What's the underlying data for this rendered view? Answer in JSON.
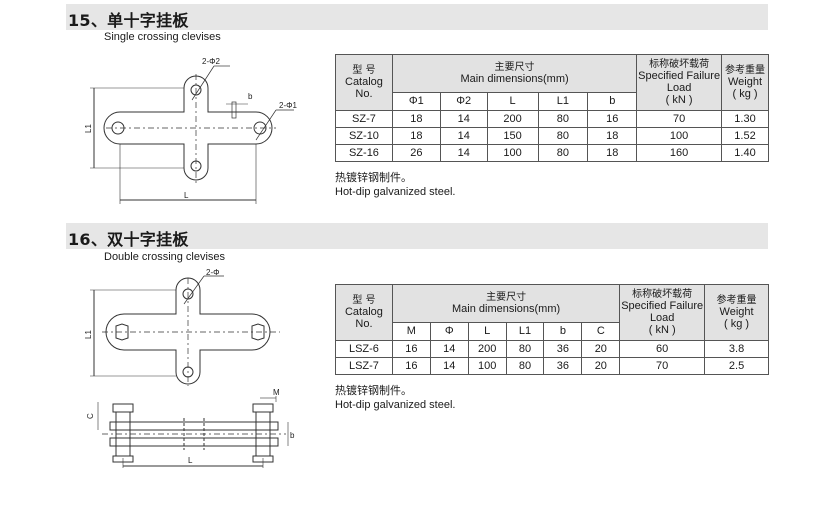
{
  "section15": {
    "heading": "15、单十字挂板",
    "subtitle": "Single crossing clevises",
    "labels": {
      "hole2": "2-Φ2",
      "hole1": "2-Φ1",
      "b": "b",
      "L1": "L1",
      "L": "L"
    },
    "table": {
      "h_model_cn": "型 号",
      "h_model_en1": "Catalog",
      "h_model_en2": "No.",
      "h_dims_cn": "主要尺寸",
      "h_dims_en": "Main dimensions(mm)",
      "h_load_cn": "标称破坏载荷",
      "h_load_en1": "Specified Failure",
      "h_load_en2": "Load",
      "h_load_unit": "( kN )",
      "h_weight_cn": "参考重量",
      "h_weight_en": "Weight",
      "h_weight_unit": "( kg )",
      "cols": [
        "Φ1",
        "Φ2",
        "L",
        "L1",
        "b"
      ],
      "rows": [
        [
          "SZ-7",
          "18",
          "14",
          "200",
          "80",
          "16",
          "70",
          "1.30"
        ],
        [
          "SZ-10",
          "18",
          "14",
          "150",
          "80",
          "18",
          "100",
          "1.52"
        ],
        [
          "SZ-16",
          "26",
          "14",
          "100",
          "80",
          "18",
          "160",
          "1.40"
        ]
      ]
    },
    "note_cn": "热镀锌钢制件。",
    "note_en": "Hot-dip galvanized steel."
  },
  "section16": {
    "heading": "16、双十字挂板",
    "subtitle": "Double crossing clevises",
    "labels": {
      "hole": "2-Φ",
      "L1": "L1",
      "M": "M",
      "C": "C",
      "b": "b",
      "L": "L"
    },
    "table": {
      "h_model_cn": "型 号",
      "h_model_en1": "Catalog",
      "h_model_en2": "No.",
      "h_dims_cn": "主要尺寸",
      "h_dims_en": "Main dimensions(mm)",
      "h_load_cn": "标称破坏载荷",
      "h_load_en1": "Specified Failure",
      "h_load_en2": "Load",
      "h_load_unit": "( kN )",
      "h_weight_cn": "参考重量",
      "h_weight_en": "Weight",
      "h_weight_unit": "( kg )",
      "cols": [
        "M",
        "Φ",
        "L",
        "L1",
        "b",
        "C"
      ],
      "rows": [
        [
          "LSZ-6",
          "16",
          "14",
          "200",
          "80",
          "36",
          "20",
          "60",
          "3.8"
        ],
        [
          "LSZ-7",
          "16",
          "14",
          "100",
          "80",
          "36",
          "20",
          "70",
          "2.5"
        ]
      ]
    },
    "note_cn": "热镀锌钢制件。",
    "note_en": "Hot-dip galvanized steel."
  }
}
